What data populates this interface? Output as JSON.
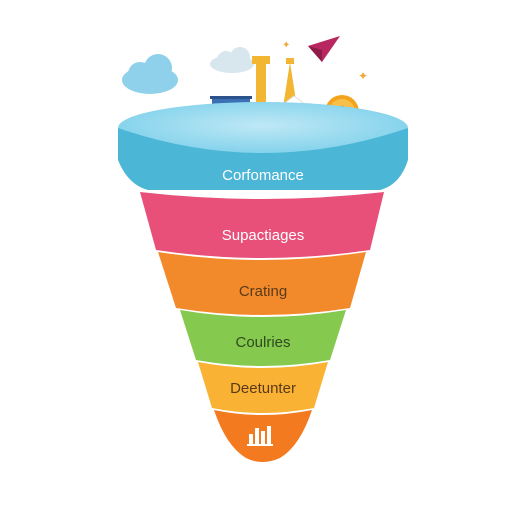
{
  "funnel": {
    "stages": [
      {
        "label": "Corfomance",
        "color": "#4bb6d6"
      },
      {
        "label": "Supactiages",
        "color": "#e8507a"
      },
      {
        "label": "Crating",
        "color": "#f28a2c"
      },
      {
        "label": "Coulries",
        "color": "#86c94f"
      },
      {
        "label": "Deetunter",
        "color": "#f9b233"
      }
    ],
    "tip_color": "#f47a20",
    "tip_icon": "bar-chart-icon"
  },
  "decor": {
    "icons": [
      "cloud-icon",
      "city-skyline-icon",
      "eiffel-tower-icon",
      "temple-icon",
      "dollar-coin-icon",
      "paper-plane-icon",
      "sparkle-star-icon"
    ],
    "coin_symbol": "$"
  }
}
